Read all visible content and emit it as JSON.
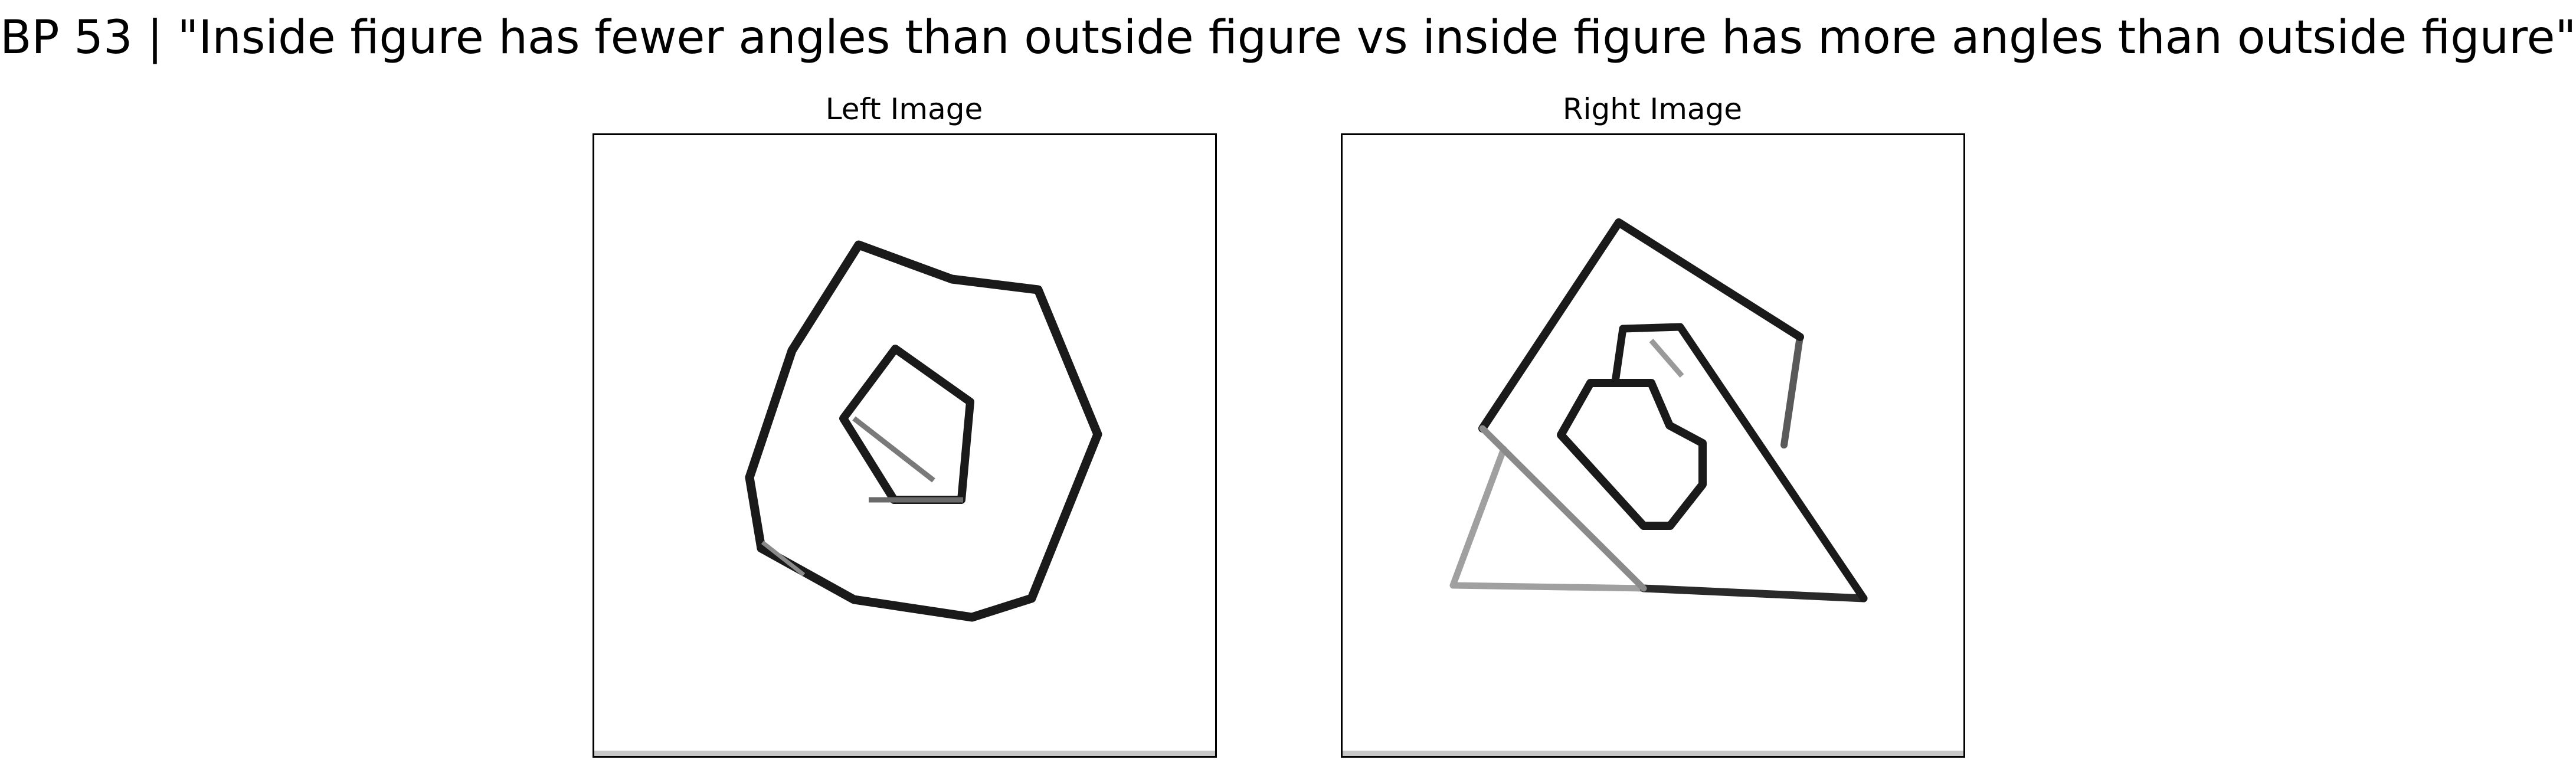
{
  "figure": {
    "title": "BP 53 | \"Inside figure has fewer angles than outside figure vs inside figure has more angles than outside figure\""
  },
  "panels": [
    {
      "title": "Left Image",
      "content": "inner-quadrilateral-inside-outer-polygon"
    },
    {
      "title": "Right Image",
      "content": "inner-polygon-inside-outer-triangle"
    }
  ],
  "colors": {
    "stroke": "#1a1a1a",
    "light_stroke": "#9a9a9a",
    "background": "#ffffff"
  }
}
